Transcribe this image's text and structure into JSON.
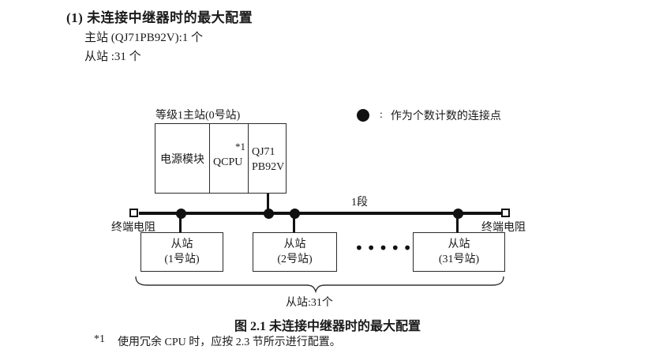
{
  "document": {
    "heading": "(1) 未连接中继器时的最大配置",
    "master_count_line": "主站 (QJ71PB92V):1 个",
    "slave_count_line": "从站 :31 个",
    "figure_caption": "图 2.1 未连接中继器时的最大配置",
    "footnote": {
      "marker": "*1",
      "text": "使用冗余 CPU 时，应按 2.3 节所示进行配置。"
    }
  },
  "figure": {
    "legend": {
      "separator": ":",
      "label": "作为个数计数的连接点"
    },
    "master_station": {
      "label": "等级1主站(0号站)",
      "power_module": "电源模块",
      "cpu_module": "QCPU",
      "cpu_note": "*1",
      "pb_module_line1": "QJ71",
      "pb_module_line2": "PB92V"
    },
    "bus": {
      "segment_label": "1段",
      "terminator_left_label": "终端电阻",
      "terminator_right_label": "终端电阻"
    },
    "slaves": [
      {
        "title": "从站",
        "subtitle": "(1号站)"
      },
      {
        "title": "从站",
        "subtitle": "(2号站)"
      },
      {
        "title": "从站",
        "subtitle": "(31号站)"
      }
    ],
    "ellipsis": "••••••",
    "brace_label": "从站:31个"
  },
  "colors": {
    "ink": "#1a1a1a",
    "line": "#111111",
    "background": "#ffffff"
  }
}
